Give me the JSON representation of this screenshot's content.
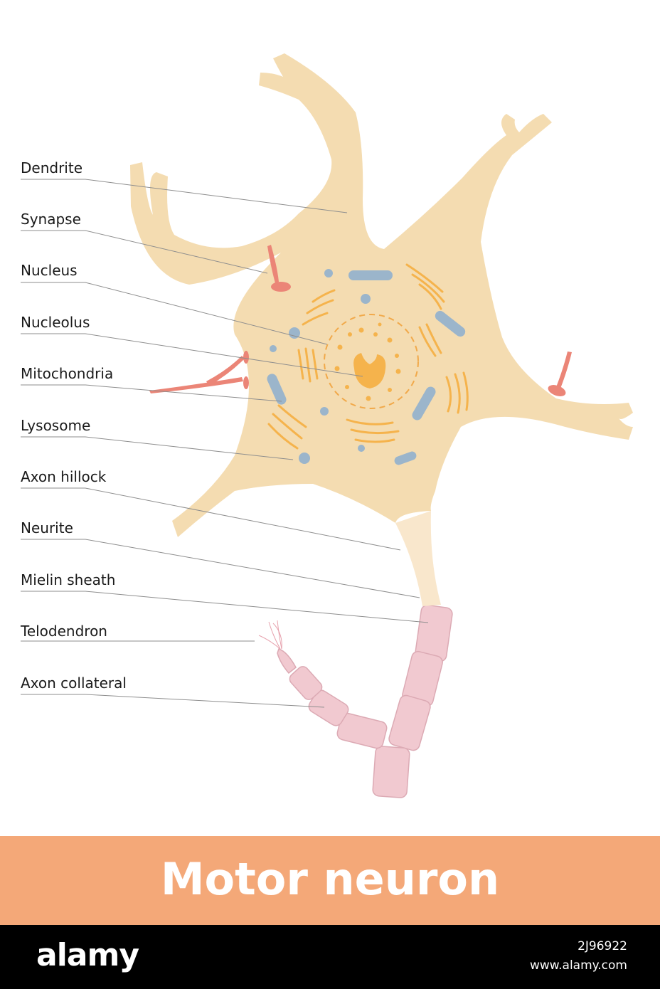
{
  "labels": [
    "Dendrite",
    "Synapse",
    "Nucleus",
    "Nucleolus",
    "Mitochondria",
    "Lysosome",
    "Axon hillock",
    "Neurite",
    "Mielin sheath",
    "Telodendron",
    "Axon collateral"
  ],
  "title": "Motor neuron",
  "footer": {
    "logo": "alamy",
    "image_id": "2J96922",
    "url": "www.alamy.com"
  },
  "colors": {
    "cell_body": "#f4dcb1",
    "organelle_orange": "#f5b34c",
    "organelle_blue": "#9bb5cb",
    "synapse": "#eb8577",
    "myelin": "#f1c9d0",
    "title_band": "#f4a878"
  }
}
